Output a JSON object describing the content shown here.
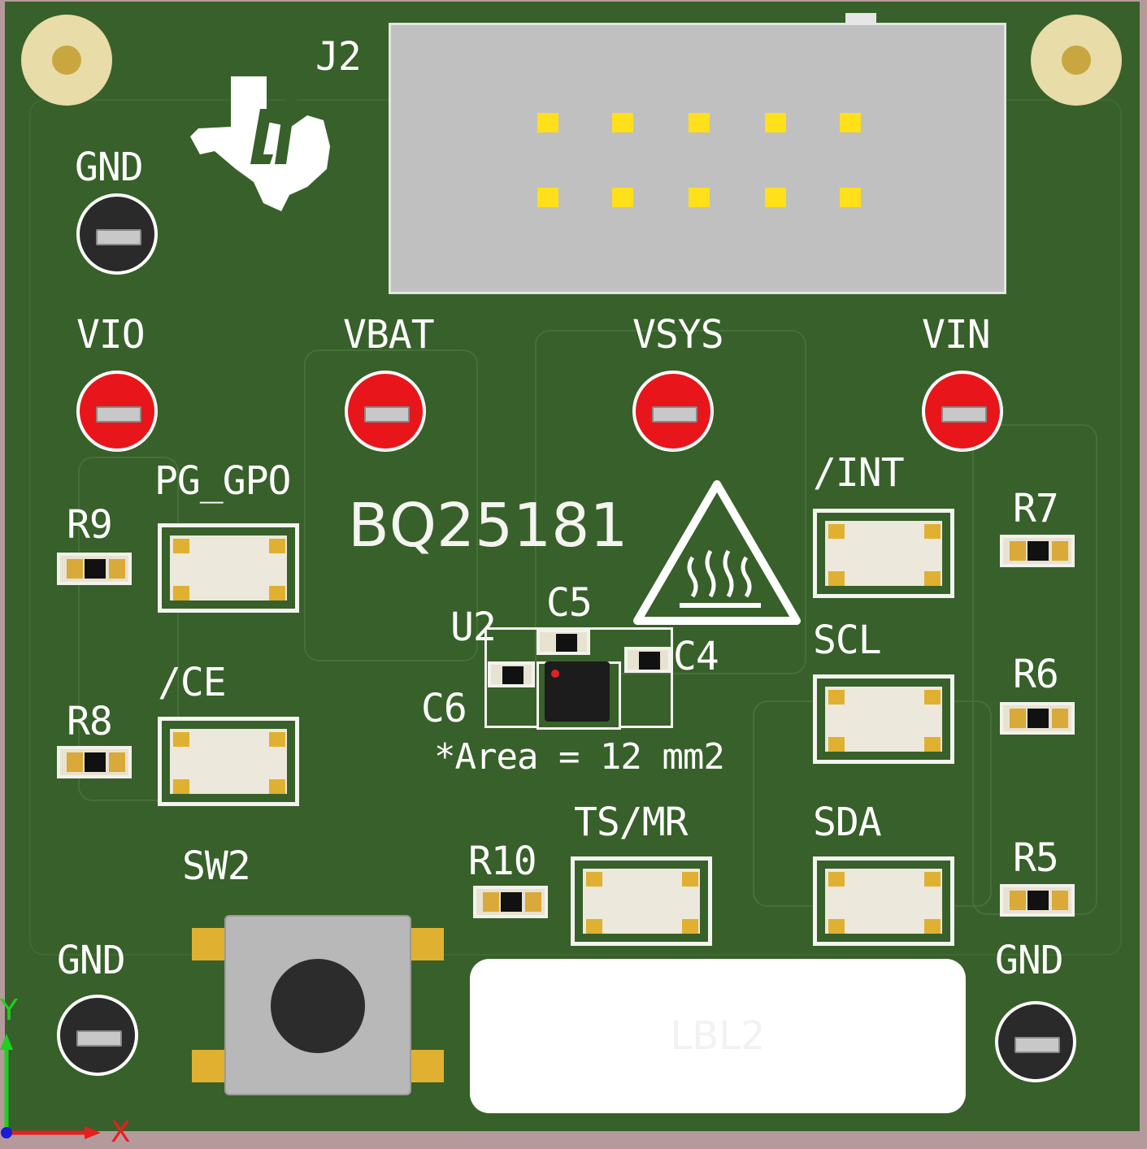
{
  "board": {
    "colors": {
      "pcb": "#38602a",
      "silkscreen": "#ffffff",
      "test_point_red": "#e8161a",
      "test_point_black": "#2a2a2a",
      "pad_gold": "#e0b030",
      "connector_pin": "#ffe01a"
    },
    "logo": "ti-texas-logo-icon",
    "connector": {
      "label": "J2",
      "pin_count": 10
    },
    "chip_title": "BQ25181",
    "area_note": "*Area = 12 mm2",
    "test_points": [
      {
        "label": "GND",
        "color": "black"
      },
      {
        "label": "VIO",
        "color": "red"
      },
      {
        "label": "VBAT",
        "color": "red"
      },
      {
        "label": "VSYS",
        "color": "red"
      },
      {
        "label": "VIN",
        "color": "red"
      },
      {
        "label": "GND",
        "color": "black"
      },
      {
        "label": "GND",
        "color": "black"
      }
    ],
    "jumpers": {
      "pg_gpo": "PG_GPO",
      "ce": "/CE",
      "int": "/INT",
      "scl": "SCL",
      "sda": "SDA",
      "ts_mr": "TS/MR"
    },
    "resistors": {
      "r5": "R5",
      "r6": "R6",
      "r7": "R7",
      "r8": "R8",
      "r9": "R9",
      "r10": "R10"
    },
    "ic": {
      "ref": "U2",
      "c4": "C4",
      "c5": "C5",
      "c6": "C6"
    },
    "switch": {
      "label": "SW2"
    },
    "label_area": {
      "text": "LBL2"
    },
    "warning_icon": "hot-surface-warning-icon",
    "axes": {
      "x": "X",
      "y": "Y"
    }
  }
}
